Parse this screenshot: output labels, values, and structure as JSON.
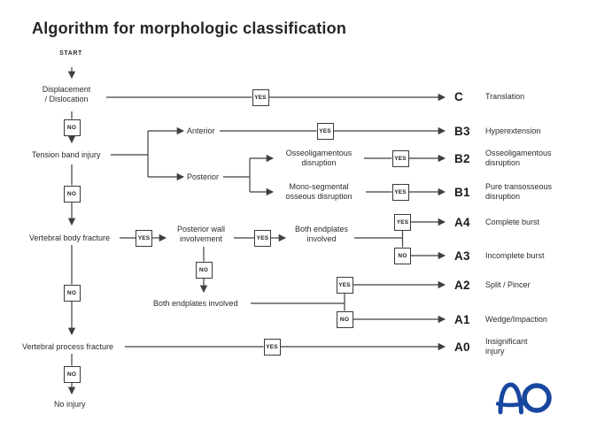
{
  "title": "Algorithm for morphologic classification",
  "start_label": "START",
  "yes_label": "YES",
  "no_label": "NO",
  "nodes": {
    "displacement": "Displacement\n/ Dislocation",
    "tension_band": "Tension band injury",
    "anterior": "Anterior",
    "posterior": "Posterior",
    "osseoligamentous": "Osseoligamentous\ndisruption",
    "mono_segmental": "Mono-segmental\nosseous disruption",
    "vertebral_body": "Vertebral body fracture",
    "posterior_wall": "Posterior wall\ninvolvement",
    "both_endplates_upper": "Both endplates\ninvolved",
    "both_endplates_lower": "Both endplates involved",
    "vertebral_process": "Vertebral process fracture",
    "no_injury": "No injury"
  },
  "results": [
    {
      "code": "C",
      "label": "Translation"
    },
    {
      "code": "B3",
      "label": "Hyperextension"
    },
    {
      "code": "B2",
      "label": "Osseoligamentous\ndisruption"
    },
    {
      "code": "B1",
      "label": "Pure transosseous\ndisruption"
    },
    {
      "code": "A4",
      "label": "Complete burst"
    },
    {
      "code": "A3",
      "label": "Incomplete burst"
    },
    {
      "code": "A2",
      "label": "Split / Pincer"
    },
    {
      "code": "A1",
      "label": "Wedge/Impaction"
    },
    {
      "code": "A0",
      "label": "Insignificant\ninjury"
    }
  ],
  "logo": {
    "text": "AO",
    "color": "#17479e"
  }
}
